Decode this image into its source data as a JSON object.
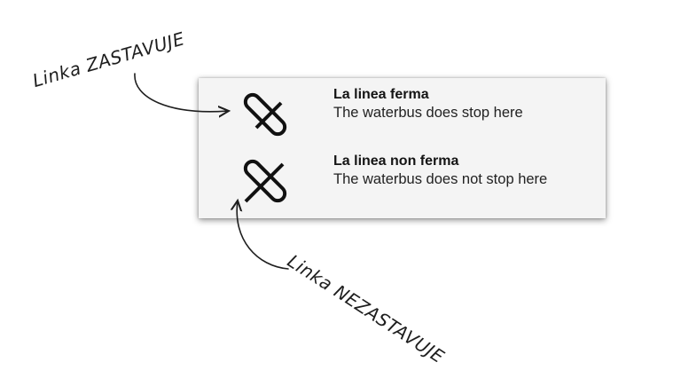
{
  "legend": {
    "stop": {
      "icon": "waterbus-stop-icon",
      "title": "La linea ferma",
      "description": "The waterbus does stop here"
    },
    "no_stop": {
      "icon": "waterbus-no-stop-icon",
      "title": "La linea non ferma",
      "description": "The waterbus does not stop here"
    }
  },
  "annotations": {
    "stops_label": "Linka ZASTAVUJE",
    "no_stop_label": "Linka NEZASTAVUJE"
  }
}
